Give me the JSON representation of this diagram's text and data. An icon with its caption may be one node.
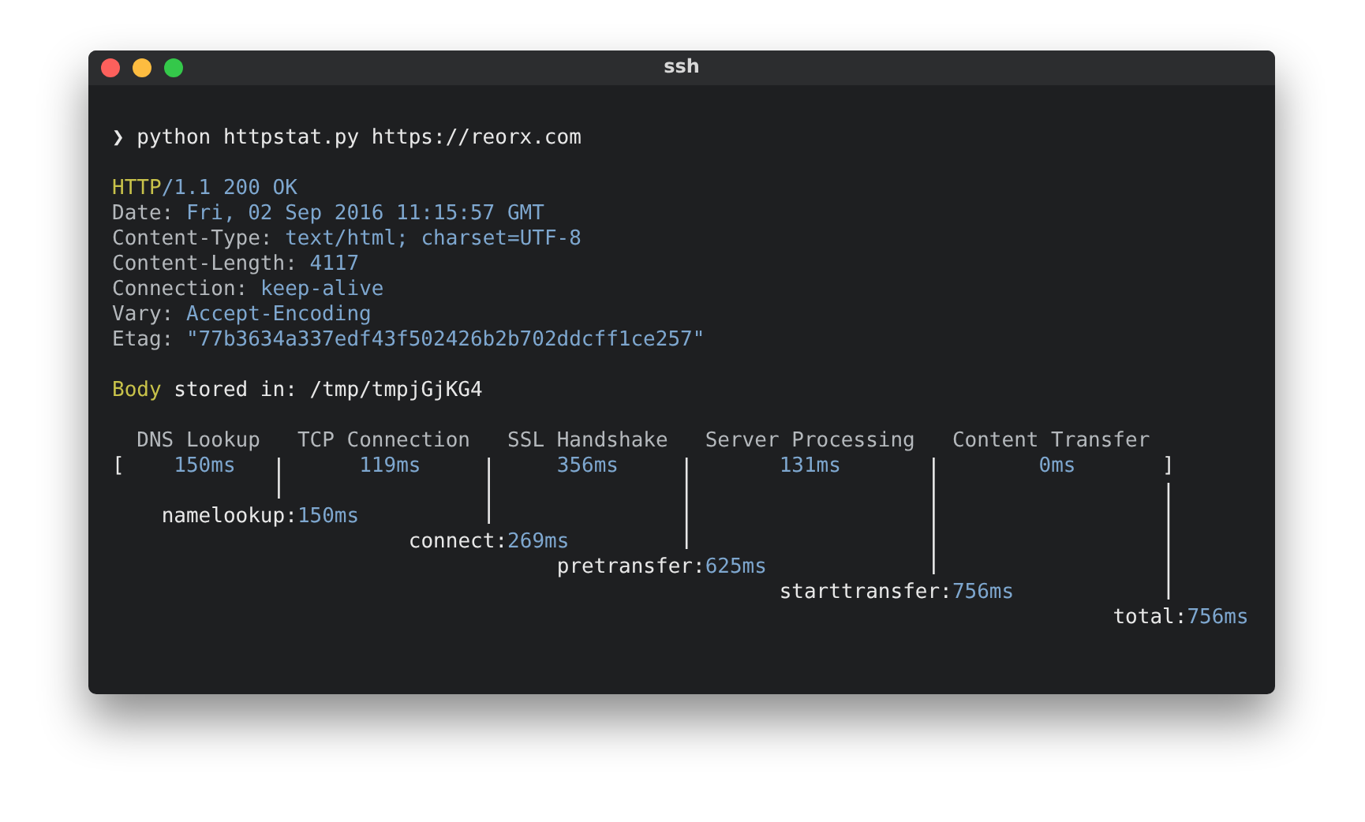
{
  "diagram": {
    "title": "ssh",
    "labels": [
      "❯ python httpstat.py https://reorx.com",
      "HTTP",
      "/1.1 200 OK",
      "Date:",
      "Fri, 02 Sep 2016 11:15:57 GMT",
      "Content-Type:",
      "text/html; charset=UTF-8",
      "Content-Length:",
      "4117",
      "Connection:",
      "keep-alive",
      "Vary:",
      "Accept-Encoding",
      "Etag:",
      "\"77b3634a337edf43f502426b2b702ddcff1ce257\"",
      "Body",
      "stored in:",
      "/tmp/tmpjGjKG4",
      "DNS Lookup",
      "TCP Connection",
      "SSL Handshake",
      "Server Processing",
      "Content Transfer",
      "[",
      "150ms",
      "119ms",
      "356ms",
      "131ms",
      "0ms",
      "]",
      "namelookup:",
      "150ms",
      "connect:",
      "269ms",
      "pretransfer:",
      "625ms",
      "starttransfer:",
      "756ms",
      "total:",
      "756ms"
    ]
  }
}
